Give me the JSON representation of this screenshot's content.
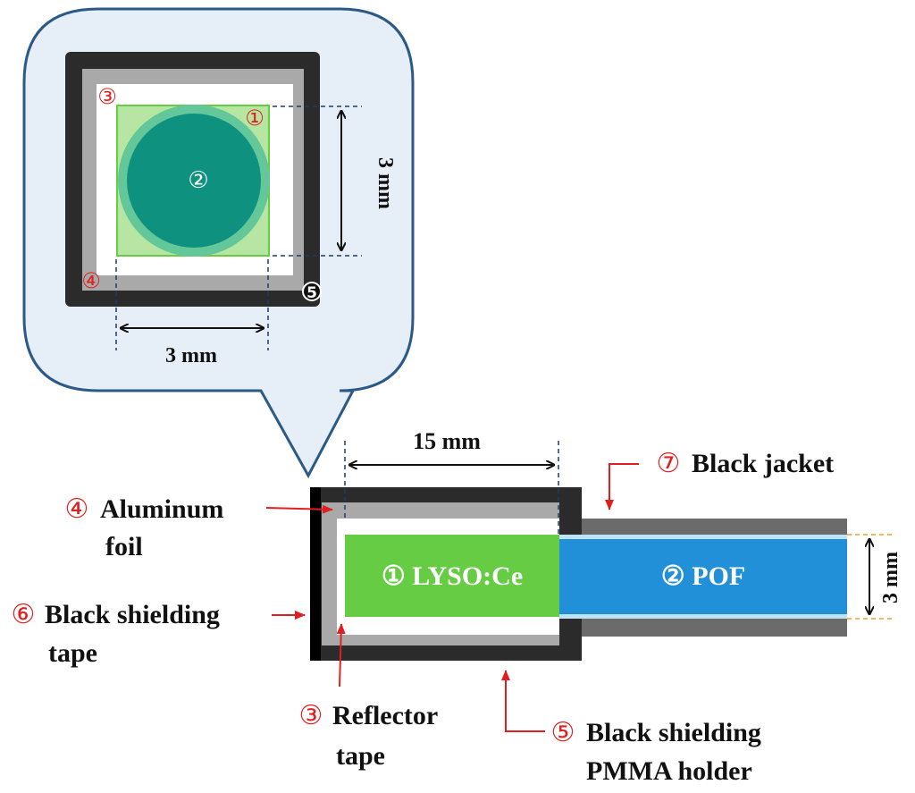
{
  "colors": {
    "callout_fill": "#e6eef8",
    "callout_stroke": "#2b5a86",
    "holder": "#2b2b2b",
    "reflector": "#a9a9a9",
    "foil": "#ffffff",
    "crystal": "#66cc44",
    "crystal_light": "#b7e6a2",
    "fiber_core": "#0f9180",
    "fiber_clad": "#63c79a",
    "pof": "#2290d8",
    "jacket": "#6b6b6b",
    "red": "#e02020",
    "dim_dash_blue": "#1f3a6b",
    "dim_dash_orange": "#f0a020"
  },
  "zoom": {
    "markers": {
      "m1": "①",
      "m2": "②",
      "m3": "③",
      "m4": "④",
      "m5": "⑤"
    },
    "dim_vertical": "3 mm",
    "dim_horizontal": "3 mm"
  },
  "side": {
    "dim_length": "15 mm",
    "dim_diameter": "3 mm",
    "lyso_label": "① LYSO:Ce",
    "pof_label": "② POF"
  },
  "labels": {
    "aluminum_num": "④",
    "aluminum_line1": "Aluminum",
    "aluminum_line2": "foil",
    "tape6_num": "⑥",
    "tape6_line1": "Black shielding",
    "tape6_line2": "tape",
    "reflector_num": "③",
    "reflector_line1": "Reflector",
    "reflector_line2": "tape",
    "holder_num": "⑤",
    "holder_line1": "Black shielding",
    "holder_line2": "PMMA holder",
    "jacket_num": "⑦",
    "jacket_line1": "Black jacket"
  }
}
